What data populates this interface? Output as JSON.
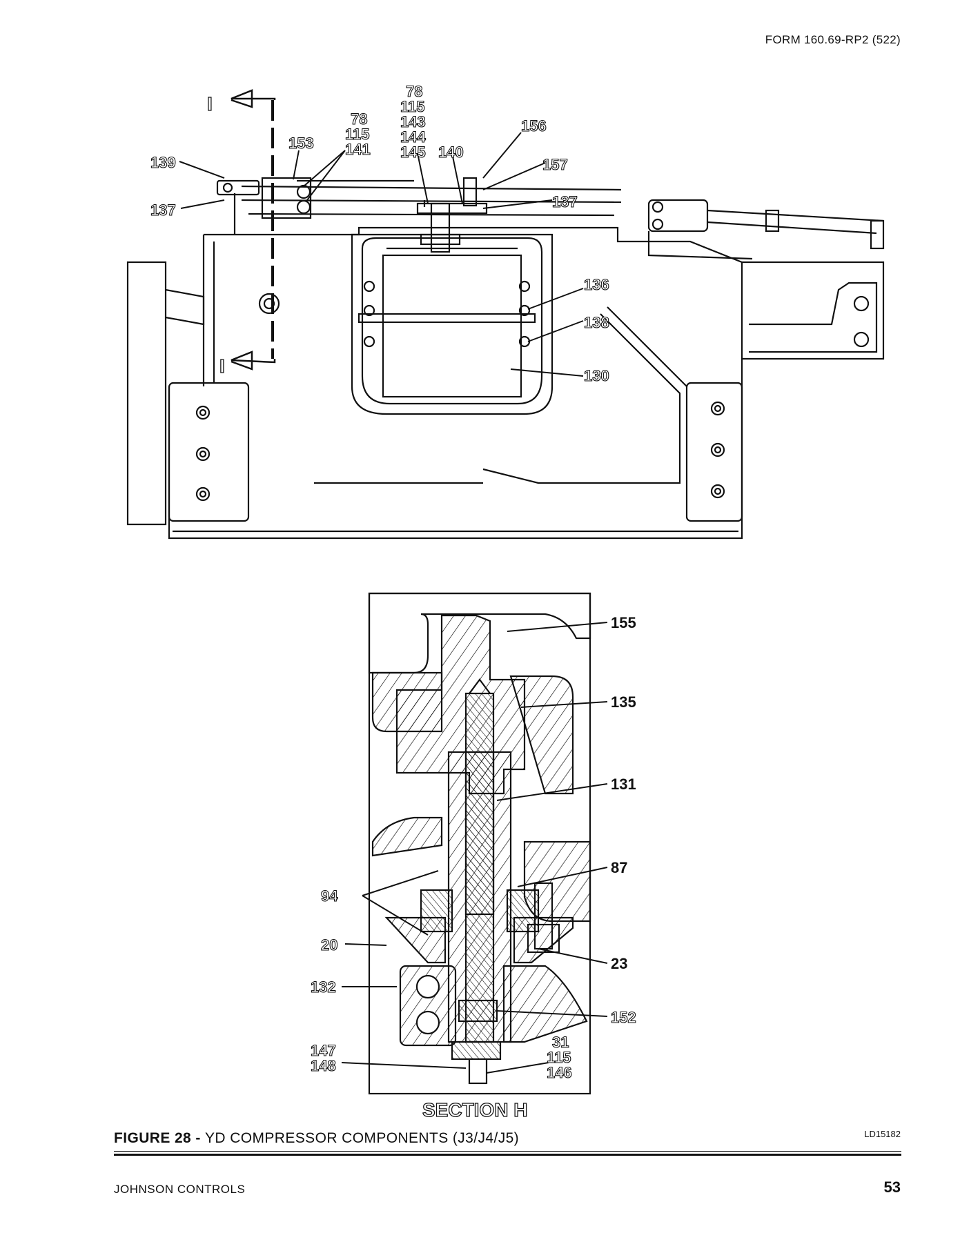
{
  "header": {
    "form_number": "FORM 160.69-RP2 (522)"
  },
  "section_markers": {
    "top": "I",
    "bottom": "I"
  },
  "top_view": {
    "callouts": {
      "c139": "139",
      "c137_left": "137",
      "c153": "153",
      "c78a": "78",
      "c115a": "115",
      "c141": "141",
      "c78b": "78",
      "c115b": "115",
      "c143": "143",
      "c144": "144",
      "c145": "145",
      "c140": "140",
      "c156": "156",
      "c157": "157",
      "c137_right": "137",
      "c136": "136",
      "c138": "138",
      "c130": "130"
    }
  },
  "section_view": {
    "title": "SECTION H",
    "callouts": {
      "c155": "155",
      "c135": "135",
      "c131": "131",
      "c87": "87",
      "c94": "94",
      "c20": "20",
      "c23": "23",
      "c132": "132",
      "c152": "152",
      "c147": "147",
      "c148": "148",
      "c31": "31",
      "c115": "115",
      "c146": "146"
    }
  },
  "figure": {
    "label": "FIGURE 28 - ",
    "title": "YD COMPRESSOR COMPONENTS (J3/J4/J5)",
    "drawing_code": "LD15182"
  },
  "footer": {
    "company": "JOHNSON CONTROLS",
    "page_number": "53"
  }
}
